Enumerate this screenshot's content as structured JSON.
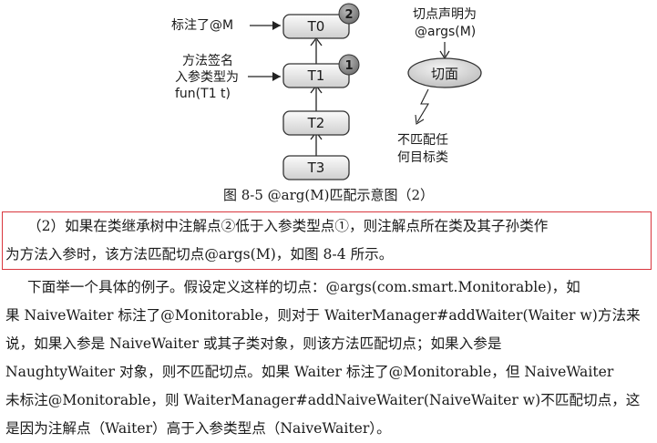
{
  "diagram": {
    "nodes": [
      {
        "id": "T0",
        "label": "T0"
      },
      {
        "id": "T1",
        "label": "T1"
      },
      {
        "id": "T2",
        "label": "T2"
      },
      {
        "id": "T3",
        "label": "T3"
      }
    ],
    "badges": {
      "t0": "2",
      "t1": "1"
    },
    "annotations": {
      "t0_label": "标注了@M",
      "t1_label_lines": [
        "方法签名",
        "入参类型为",
        "fun(T1 t)"
      ],
      "pointcut_decl_lines": [
        "切点声明为",
        "@args(M)"
      ],
      "pointcut": "切面",
      "no_match_lines": [
        "不匹配任",
        "何目标类"
      ]
    }
  },
  "figure_caption": "图 8-5    @arg(M)匹配示意图（2）",
  "highlighted_paragraph": [
    "（2）如果在类继承树中注解点②低于入参类型点①，则注解点所在类及其子孙类作",
    "为方法入参时，该方法匹配切点@args(M)，如图 8-4 所示。"
  ],
  "body_paragraph": [
    "下面举一个具体的例子。假设定义这样的切点：@args(com.smart.Monitorable)，如",
    "果 NaiveWaiter 标注了@Monitorable，则对于 WaiterManager#addWaiter(Waiter w)方法来",
    "说，如果入参是  NaiveWaiter  或其子类对象，则该方法匹配切点；如果入参是",
    "NaughtyWaiter 对象，则不匹配切点。如果 Waiter 标注了@Monitorable，但 NaiveWaiter",
    "未标注@Monitorable，则 WaiterManager#addNaiveWaiter(NaiveWaiter w)不匹配切点，这",
    "是因为注解点（Waiter）高于入参类型点（NaiveWaiter）。"
  ]
}
